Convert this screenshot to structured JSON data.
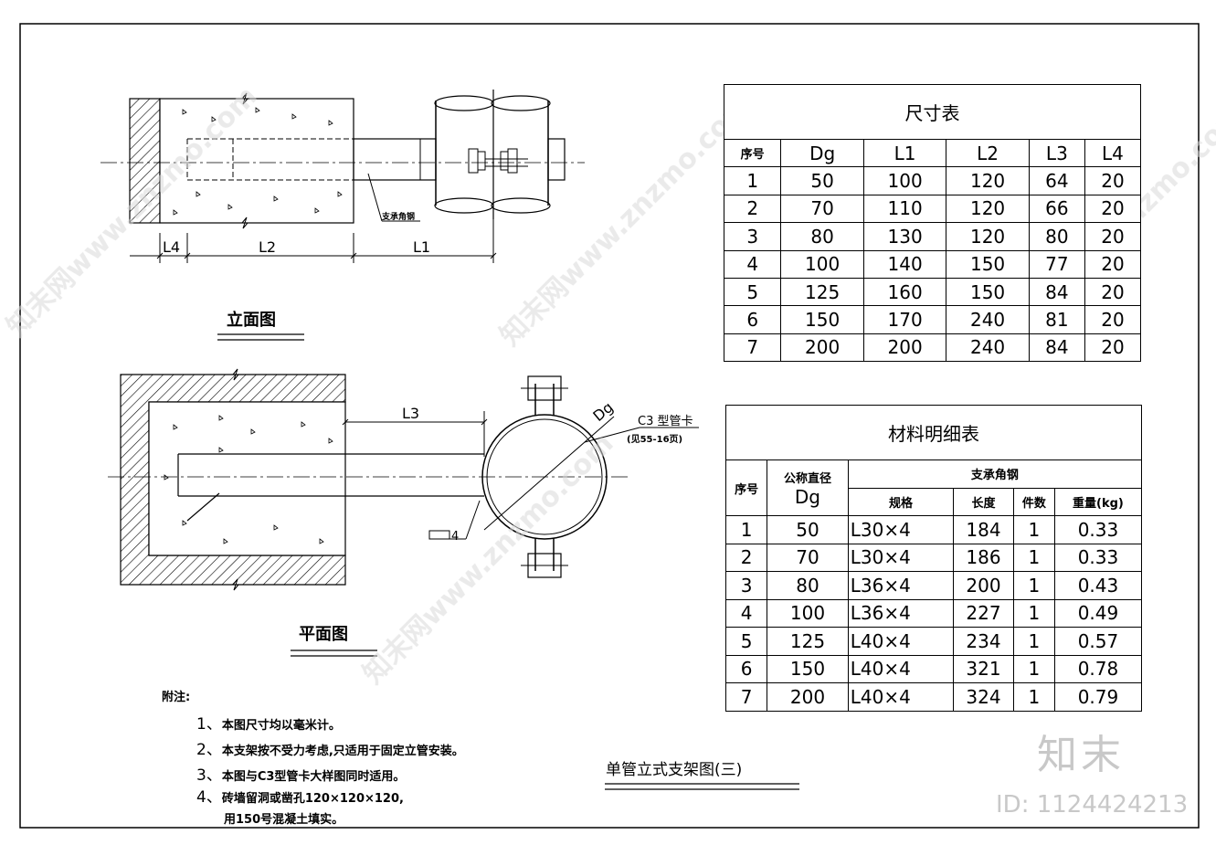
{
  "views": {
    "elevation_title": "立面图",
    "plan_title": "平面图"
  },
  "labels": {
    "angle_steel": "支承角钢",
    "L1": "L1",
    "L2": "L2",
    "L3": "L3",
    "L4": "L4",
    "Dg": "Dg",
    "clamp": "C3 型管卡",
    "clamp_ref": "(见55-16页)",
    "angle_mark": "4"
  },
  "dim_table": {
    "caption": "尺寸表",
    "headers": [
      "序号",
      "Dg",
      "L1",
      "L2",
      "L3",
      "L4"
    ],
    "rows": [
      [
        "1",
        "50",
        "100",
        "120",
        "64",
        "20"
      ],
      [
        "2",
        "70",
        "110",
        "120",
        "66",
        "20"
      ],
      [
        "3",
        "80",
        "130",
        "120",
        "80",
        "20"
      ],
      [
        "4",
        "100",
        "140",
        "150",
        "77",
        "20"
      ],
      [
        "5",
        "125",
        "160",
        "150",
        "84",
        "20"
      ],
      [
        "6",
        "150",
        "170",
        "240",
        "81",
        "20"
      ],
      [
        "7",
        "200",
        "200",
        "240",
        "84",
        "20"
      ]
    ]
  },
  "mat_table": {
    "caption": "材料明细表",
    "h_seq": "序号",
    "h_nominal": "公称直径",
    "h_dg": "Dg",
    "h_group": "支承角钢",
    "h_spec": "规格",
    "h_len": "长度",
    "h_qty": "件数",
    "h_weight": "重量(kg)",
    "rows": [
      [
        "1",
        "50",
        "L30×4",
        "184",
        "1",
        "0.33"
      ],
      [
        "2",
        "70",
        "L30×4",
        "186",
        "1",
        "0.33"
      ],
      [
        "3",
        "80",
        "L36×4",
        "200",
        "1",
        "0.43"
      ],
      [
        "4",
        "100",
        "L36×4",
        "227",
        "1",
        "0.49"
      ],
      [
        "5",
        "125",
        "L40×4",
        "234",
        "1",
        "0.57"
      ],
      [
        "6",
        "150",
        "L40×4",
        "321",
        "1",
        "0.78"
      ],
      [
        "7",
        "200",
        "L40×4",
        "324",
        "1",
        "0.79"
      ]
    ]
  },
  "notes": {
    "title": "附注:",
    "items": [
      {
        "num": "1、",
        "text": "本图尺寸均以毫米计。"
      },
      {
        "num": "2、",
        "text": "本支架按不受力考虑,只适用于固定立管安装。"
      },
      {
        "num": "3、",
        "text": "本图与C3型管卡大样图同时适用。"
      },
      {
        "num": "4、",
        "text": "砖墙留洞或凿孔120×120×120,"
      },
      {
        "num": "",
        "text": "用150号混凝土填实。"
      }
    ]
  },
  "drawing_title": "单管立式支架图(三)",
  "watermark": {
    "text": "知末网www.znzmo.com",
    "brand": "知末",
    "id": "ID: 1124424213"
  }
}
